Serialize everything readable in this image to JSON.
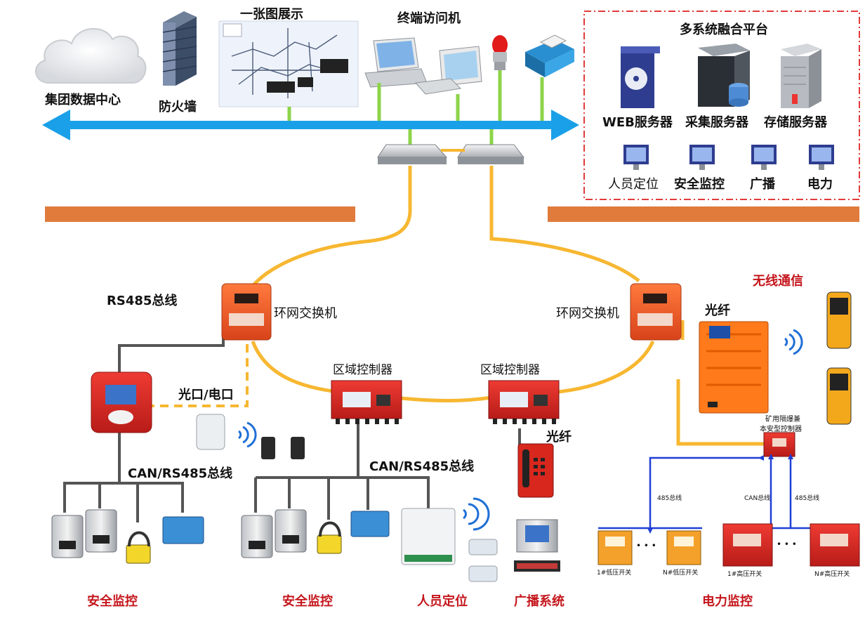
{
  "top": {
    "datacenter": "集团数据中心",
    "firewall": "防火墙",
    "onemap": "一张图展示",
    "terminals": "终端访问机"
  },
  "platform": {
    "title": "多系统融合平台",
    "servers": [
      "WEB服务器",
      "采集服务器",
      "存储服务器"
    ],
    "clients": [
      "人员定位",
      "安全监控",
      "广播",
      "电力"
    ]
  },
  "network": {
    "ring_switch_left": "环网交换机",
    "ring_switch_right": "环网交换机",
    "area_controller_1": "区域控制器",
    "area_controller_2": "区域控制器",
    "rs485_bus": "RS485总线",
    "optical_electrical_port": "光口/电口",
    "can_rs485_bus_1": "CAN/RS485总线",
    "can_rs485_bus_2": "CAN/RS485总线",
    "fiber_1": "光纤",
    "fiber_2": "光纤",
    "wireless": "无线通信",
    "intrinsic_controller_line1": "矿用隔爆兼",
    "intrinsic_controller_line2": "本安型控制器"
  },
  "power": {
    "bus_485_left": "485总线",
    "bus_can": "CAN总线",
    "bus_485_right": "485总线",
    "low_switch_1": "1#低压开关",
    "low_switch_n": "N#低压开关",
    "high_switch_1": "1#高压开关",
    "high_switch_n": "N#高压开关",
    "dots": "• • •"
  },
  "bottom": [
    "安全监控",
    "安全监控",
    "人员定位",
    "广播系统",
    "电力监控"
  ],
  "colors": {
    "backbone": "#1aa0e8",
    "ring": "#f7b731",
    "green_link": "#8cd44a",
    "red_text": "#c4161c",
    "orange_bar": "#e07b3c",
    "blue_link": "#1f3fd6"
  }
}
